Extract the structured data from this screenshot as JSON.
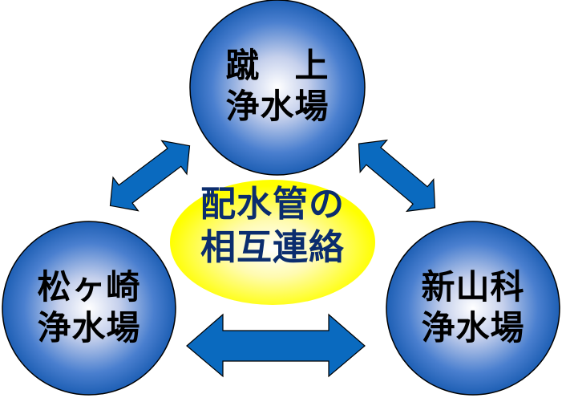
{
  "diagram": {
    "title": "配水管の相互連絡",
    "center": {
      "line1": "配水管の",
      "line2": "相互連絡",
      "fill_color": "#ffff00",
      "text_color": "#0b2d6e"
    },
    "nodes": [
      {
        "id": "top",
        "line1": "蹴　上",
        "line2": "浄水場"
      },
      {
        "id": "left",
        "line1": "松ヶ崎",
        "line2": "浄水場"
      },
      {
        "id": "right",
        "line1": "新山科",
        "line2": "浄水場"
      }
    ],
    "connections": [
      {
        "from": "top",
        "to": "left",
        "type": "double-arrow"
      },
      {
        "from": "top",
        "to": "right",
        "type": "double-arrow"
      },
      {
        "from": "left",
        "to": "right",
        "type": "double-arrow"
      }
    ],
    "colors": {
      "node_edge": "#1e5fb4",
      "node_center": "#ffffff",
      "arrow_fill": "#0a6abf",
      "outline": "#000000"
    }
  }
}
